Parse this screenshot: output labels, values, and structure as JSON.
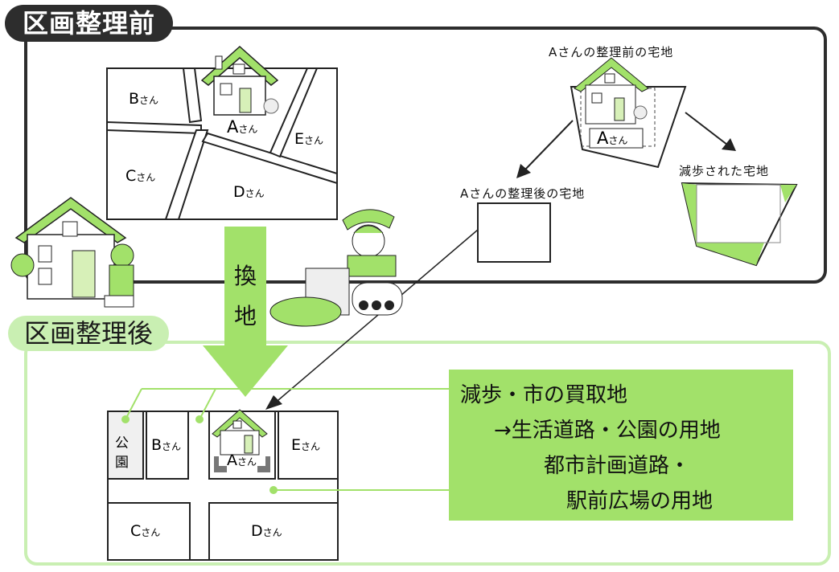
{
  "sections": {
    "before_title": "区画整理前",
    "after_title": "区画整理後"
  },
  "before_plots": {
    "b": "B",
    "c": "C",
    "d": "D",
    "e": "E",
    "a": "A",
    "san": "さん"
  },
  "after_plots": {
    "park_1": "公",
    "park_2": "園",
    "b": "B",
    "c": "C",
    "d": "D",
    "e": "E",
    "a": "A",
    "san": "さん"
  },
  "arrow": {
    "char_1": "換",
    "char_2": "地"
  },
  "captions": {
    "a_before": "Aさんの整理前の宅地",
    "a_after": "Aさんの整理後の宅地",
    "reduced": "減歩された宅地"
  },
  "note": {
    "line_1": "減歩・市の買取地",
    "line_2": "→生活道路・公園の用地",
    "line_3": "都市計画道路・",
    "line_4": "駅前広場の用地"
  },
  "colors": {
    "green": "#a2e16a",
    "light_green": "#c9efb2",
    "dark": "#2d2d2d"
  },
  "icons": [
    "house-icon",
    "worker-icon",
    "bulldozer-icon",
    "bush-icon"
  ]
}
